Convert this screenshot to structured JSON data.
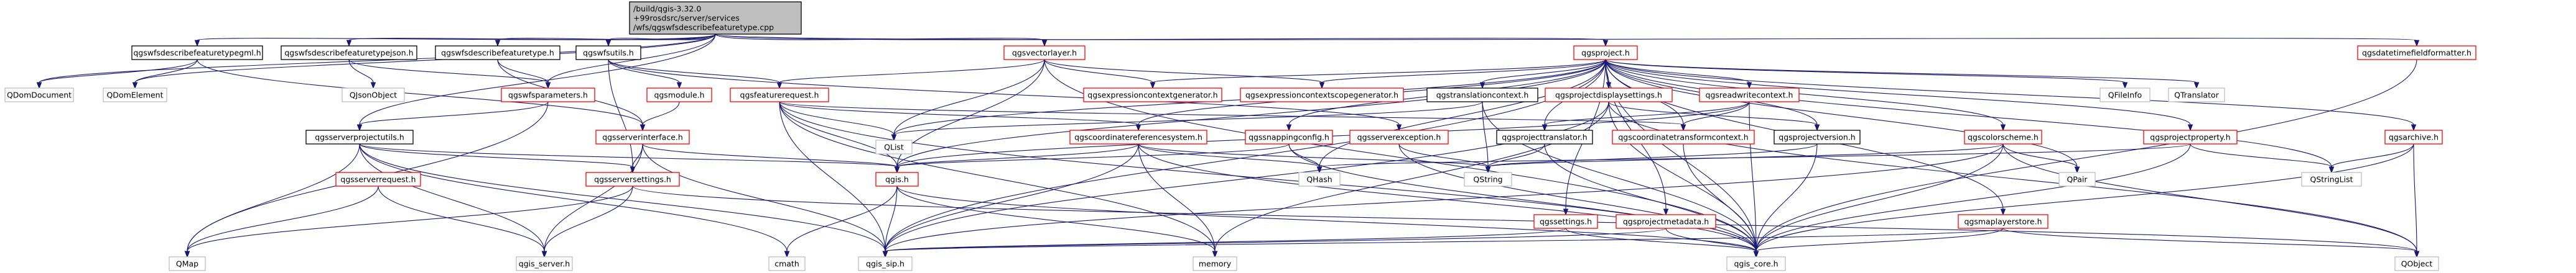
{
  "nodes": [
    {
      "id": "root",
      "lines": [
        "/build/qgis-3.32.0",
        "+99rosdsrc/server/services",
        "/wfs/qgswfsdescribefeaturetype.cpp"
      ],
      "style": "gray"
    },
    {
      "id": "gml",
      "lines": [
        "qgswfsdescribefeaturetypegml.h"
      ],
      "style": "plain"
    },
    {
      "id": "json",
      "lines": [
        "qgswfsdescribefeaturetypejson.h"
      ],
      "style": "plain"
    },
    {
      "id": "desc",
      "lines": [
        "qgswfsdescribefeaturetype.h"
      ],
      "style": "plain"
    },
    {
      "id": "utils",
      "lines": [
        "qgswfsutils.h"
      ],
      "style": "plain"
    },
    {
      "id": "vlayer",
      "lines": [
        "qgsvectorlayer.h"
      ],
      "style": "red"
    },
    {
      "id": "project",
      "lines": [
        "qgsproject.h"
      ],
      "style": "red"
    },
    {
      "id": "dtfmt",
      "lines": [
        "qgsdatetimefieldformatter.h"
      ],
      "style": "red"
    },
    {
      "id": "domdoc",
      "lines": [
        "QDomDocument"
      ],
      "style": "grayed"
    },
    {
      "id": "domel",
      "lines": [
        "QDomElement"
      ],
      "style": "grayed"
    },
    {
      "id": "jsonobj",
      "lines": [
        "QJsonObject"
      ],
      "style": "grayed"
    },
    {
      "id": "wfsparams",
      "lines": [
        "qgswfsparameters.h"
      ],
      "style": "red"
    },
    {
      "id": "module",
      "lines": [
        "qgsmodule.h"
      ],
      "style": "red"
    },
    {
      "id": "featreq",
      "lines": [
        "qgsfeaturerequest.h"
      ],
      "style": "red"
    },
    {
      "id": "exprgen",
      "lines": [
        "qgsexpressioncontextgenerator.h"
      ],
      "style": "red"
    },
    {
      "id": "exprscope",
      "lines": [
        "qgsexpressioncontextscopegenerator.h"
      ],
      "style": "red"
    },
    {
      "id": "transctx",
      "lines": [
        "qgstranslationcontext.h"
      ],
      "style": "plain"
    },
    {
      "id": "displaysettings",
      "lines": [
        "qgsprojectdisplaysettings.h"
      ],
      "style": "red"
    },
    {
      "id": "readwrite",
      "lines": [
        "qgsreadwritecontext.h"
      ],
      "style": "red"
    },
    {
      "id": "fileinfo",
      "lines": [
        "QFileInfo"
      ],
      "style": "grayed"
    },
    {
      "id": "qtranslator",
      "lines": [
        "QTranslator"
      ],
      "style": "grayed"
    },
    {
      "id": "srvprojutils",
      "lines": [
        "qgsserverprojectutils.h"
      ],
      "style": "plain"
    },
    {
      "id": "srvinterface",
      "lines": [
        "qgsserverinterface.h"
      ],
      "style": "red"
    },
    {
      "id": "qlist",
      "lines": [
        "QList"
      ],
      "style": "grayed"
    },
    {
      "id": "crs",
      "lines": [
        "qgscoordinatereferencesystem.h"
      ],
      "style": "red"
    },
    {
      "id": "snapping",
      "lines": [
        "qgssnappingconfig.h"
      ],
      "style": "red"
    },
    {
      "id": "wfsexception",
      "lines": [
        "qgsserverexception.h"
      ],
      "style": "red"
    },
    {
      "id": "projtranslator",
      "lines": [
        "qgsprojecttranslator.h"
      ],
      "style": "plain"
    },
    {
      "id": "cttransctx",
      "lines": [
        "qgscoordinatetransformcontext.h"
      ],
      "style": "red"
    },
    {
      "id": "projversion",
      "lines": [
        "qgsprojectversion.h"
      ],
      "style": "plain"
    },
    {
      "id": "colorscheme",
      "lines": [
        "qgscolorscheme.h"
      ],
      "style": "red"
    },
    {
      "id": "projproperty",
      "lines": [
        "qgsprojectproperty.h"
      ],
      "style": "red"
    },
    {
      "id": "archive",
      "lines": [
        "qgsarchive.h"
      ],
      "style": "red"
    },
    {
      "id": "srvrequest",
      "lines": [
        "qgsserverrequest.h"
      ],
      "style": "red"
    },
    {
      "id": "srvsettings",
      "lines": [
        "qgsserversettings.h"
      ],
      "style": "red"
    },
    {
      "id": "qgish",
      "lines": [
        "qgis.h"
      ],
      "style": "red"
    },
    {
      "id": "qhash",
      "lines": [
        "QHash"
      ],
      "style": "grayed"
    },
    {
      "id": "qstring",
      "lines": [
        "QString"
      ],
      "style": "grayed"
    },
    {
      "id": "qgssettings",
      "lines": [
        "qgssettings.h"
      ],
      "style": "red"
    },
    {
      "id": "projmetadata",
      "lines": [
        "qgsprojectmetadata.h"
      ],
      "style": "red"
    },
    {
      "id": "maplayerstore",
      "lines": [
        "qgsmaplayerstore.h"
      ],
      "style": "red"
    },
    {
      "id": "qpair",
      "lines": [
        "QPair"
      ],
      "style": "grayed"
    },
    {
      "id": "qstringlist",
      "lines": [
        "QStringList"
      ],
      "style": "grayed"
    },
    {
      "id": "qmap",
      "lines": [
        "QMap"
      ],
      "style": "grayed"
    },
    {
      "id": "qgisserver",
      "lines": [
        "qgis_server.h"
      ],
      "style": "grayed"
    },
    {
      "id": "cmath",
      "lines": [
        "cmath"
      ],
      "style": "grayed"
    },
    {
      "id": "qgissip",
      "lines": [
        "qgis_sip.h"
      ],
      "style": "grayed"
    },
    {
      "id": "memory",
      "lines": [
        "memory"
      ],
      "style": "grayed"
    },
    {
      "id": "qgiscore",
      "lines": [
        "qgis_core.h"
      ],
      "style": "grayed"
    },
    {
      "id": "qobject",
      "lines": [
        "QObject"
      ],
      "style": "grayed"
    }
  ],
  "edges": [
    [
      "root",
      "gml"
    ],
    [
      "root",
      "json"
    ],
    [
      "root",
      "desc"
    ],
    [
      "root",
      "utils"
    ],
    [
      "root",
      "vlayer"
    ],
    [
      "root",
      "project"
    ],
    [
      "root",
      "dtfmt"
    ],
    [
      "root",
      "domdoc"
    ],
    [
      "root",
      "domel"
    ],
    [
      "root",
      "wfsparams"
    ],
    [
      "root",
      "srvprojutils"
    ],
    [
      "gml",
      "domdoc"
    ],
    [
      "gml",
      "domel"
    ],
    [
      "gml",
      "srvinterface"
    ],
    [
      "json",
      "jsonobj"
    ],
    [
      "json",
      "wfsparams"
    ],
    [
      "desc",
      "wfsparams"
    ],
    [
      "desc",
      "srvinterface"
    ],
    [
      "utils",
      "module"
    ],
    [
      "utils",
      "featreq"
    ],
    [
      "utils",
      "srvsettings"
    ],
    [
      "utils",
      "wfsexception"
    ],
    [
      "vlayer",
      "exprgen"
    ],
    [
      "vlayer",
      "exprscope"
    ],
    [
      "vlayer",
      "featreq"
    ],
    [
      "vlayer",
      "qlist"
    ],
    [
      "vlayer",
      "qgish"
    ],
    [
      "vlayer",
      "qgiscore"
    ],
    [
      "project",
      "exprgen"
    ],
    [
      "project",
      "exprscope"
    ],
    [
      "project",
      "transctx"
    ],
    [
      "project",
      "displaysettings"
    ],
    [
      "project",
      "readwrite"
    ],
    [
      "project",
      "fileinfo"
    ],
    [
      "project",
      "qtranslator"
    ],
    [
      "project",
      "crs"
    ],
    [
      "project",
      "snapping"
    ],
    [
      "project",
      "projtranslator"
    ],
    [
      "project",
      "cttransctx"
    ],
    [
      "project",
      "projversion"
    ],
    [
      "project",
      "colorscheme"
    ],
    [
      "project",
      "projproperty"
    ],
    [
      "project",
      "archive"
    ],
    [
      "project",
      "qgssettings"
    ],
    [
      "project",
      "projmetadata"
    ],
    [
      "project",
      "maplayerstore"
    ],
    [
      "project",
      "qpair"
    ],
    [
      "project",
      "qstringlist"
    ],
    [
      "project",
      "qgiscore"
    ],
    [
      "project",
      "qgissip"
    ],
    [
      "project",
      "qhash"
    ],
    [
      "project",
      "qlist"
    ],
    [
      "project",
      "qgish"
    ],
    [
      "dtfmt",
      "qgiscore"
    ],
    [
      "wfsparams",
      "qmap"
    ],
    [
      "wfsparams",
      "srvprojutils"
    ],
    [
      "module",
      "srvinterface"
    ],
    [
      "featreq",
      "qlist"
    ],
    [
      "featreq",
      "qgish"
    ],
    [
      "featreq",
      "crs"
    ],
    [
      "featreq",
      "qgissip"
    ],
    [
      "featreq",
      "qgiscore"
    ],
    [
      "featreq",
      "memory"
    ],
    [
      "featreq",
      "cttransctx"
    ],
    [
      "transctx",
      "qgiscore"
    ],
    [
      "transctx",
      "qstring"
    ],
    [
      "transctx",
      "qlist"
    ],
    [
      "displaysettings",
      "qgissip"
    ],
    [
      "displaysettings",
      "qgiscore"
    ],
    [
      "displaysettings",
      "qobject"
    ],
    [
      "displaysettings",
      "memory"
    ],
    [
      "displaysettings",
      "projversion"
    ],
    [
      "readwrite",
      "qgiscore"
    ],
    [
      "readwrite",
      "cttransctx"
    ],
    [
      "readwrite",
      "qgish"
    ],
    [
      "readwrite",
      "projtranslator"
    ],
    [
      "srvprojutils",
      "qgisserver"
    ],
    [
      "srvprojutils",
      "qgish"
    ],
    [
      "srvprojutils",
      "srvsettings"
    ],
    [
      "srvprojutils",
      "qmap"
    ],
    [
      "srvprojutils",
      "cmath"
    ],
    [
      "srvprojutils",
      "qgissip"
    ],
    [
      "srvinterface",
      "qgisserver"
    ],
    [
      "srvinterface",
      "qgissip"
    ],
    [
      "srvinterface",
      "srvsettings"
    ],
    [
      "srvinterface",
      "qgish"
    ],
    [
      "crs",
      "qgiscore"
    ],
    [
      "crs",
      "qgissip"
    ],
    [
      "crs",
      "qstring"
    ],
    [
      "crs",
      "qhash"
    ],
    [
      "crs",
      "qgish"
    ],
    [
      "crs",
      "memory"
    ],
    [
      "snapping",
      "qgiscore"
    ],
    [
      "snapping",
      "qgish"
    ],
    [
      "snapping",
      "qhash"
    ],
    [
      "wfsexception",
      "qstring"
    ],
    [
      "wfsexception",
      "qgiscore"
    ],
    [
      "projtranslator",
      "qgiscore"
    ],
    [
      "projtranslator",
      "qstring"
    ],
    [
      "cttransctx",
      "qgiscore"
    ],
    [
      "projversion",
      "qgiscore"
    ],
    [
      "projversion",
      "qstring"
    ],
    [
      "colorscheme",
      "qgiscore"
    ],
    [
      "colorscheme",
      "qgissip"
    ],
    [
      "colorscheme",
      "qstring"
    ],
    [
      "colorscheme",
      "qpair"
    ],
    [
      "colorscheme",
      "qobject"
    ],
    [
      "projproperty",
      "qgiscore"
    ],
    [
      "projproperty",
      "qstringlist"
    ],
    [
      "projproperty",
      "qhash"
    ],
    [
      "archive",
      "qgiscore"
    ],
    [
      "archive",
      "qstringlist"
    ],
    [
      "archive",
      "qobject"
    ],
    [
      "srvrequest",
      "qmap"
    ],
    [
      "srvrequest",
      "qgisserver"
    ],
    [
      "srvsettings",
      "qgisserver"
    ],
    [
      "srvsettings",
      "qmap"
    ],
    [
      "srvsettings",
      "qobject"
    ],
    [
      "qgish",
      "qgissip"
    ],
    [
      "qgish",
      "qgiscore"
    ],
    [
      "qgish",
      "cmath"
    ],
    [
      "qgish",
      "memory"
    ],
    [
      "qgssettings",
      "qgiscore"
    ],
    [
      "qgssettings",
      "qgissip"
    ],
    [
      "projmetadata",
      "qgiscore"
    ],
    [
      "projmetadata",
      "qgissip"
    ],
    [
      "maplayerstore",
      "qgiscore"
    ],
    [
      "maplayerstore",
      "qgissip"
    ],
    [
      "maplayerstore",
      "qobject"
    ]
  ]
}
